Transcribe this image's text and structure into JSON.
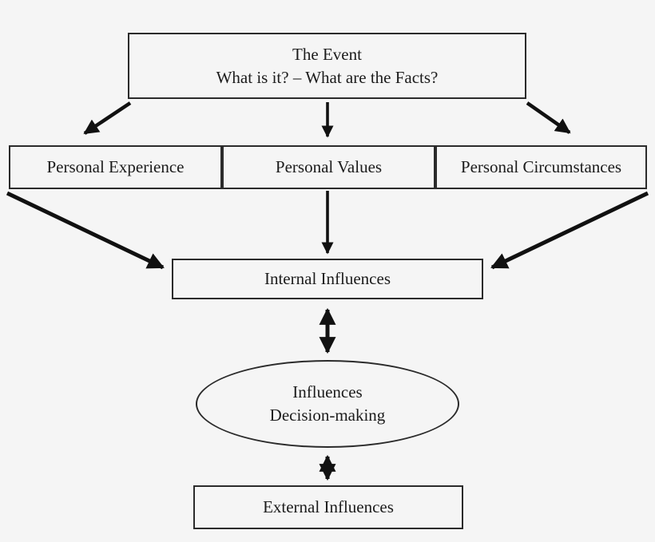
{
  "diagram": {
    "type": "flowchart",
    "nodes": {
      "event": {
        "line1": "The Event",
        "line2": "What is it? – What are the Facts?"
      },
      "personal_experience": {
        "label": "Personal Experience"
      },
      "personal_values": {
        "label": "Personal Values"
      },
      "personal_circumstances": {
        "label": "Personal Circumstances"
      },
      "internal_influences": {
        "label": "Internal Influences"
      },
      "influences_decision_making": {
        "line1": "Influences",
        "line2": "Decision-making"
      },
      "external_influences": {
        "label": "External Influences"
      }
    },
    "edges": [
      {
        "from": "event",
        "to": "personal_experience",
        "style": "single-arrow"
      },
      {
        "from": "event",
        "to": "personal_values",
        "style": "single-arrow"
      },
      {
        "from": "event",
        "to": "personal_circumstances",
        "style": "single-arrow"
      },
      {
        "from": "personal_experience",
        "to": "internal_influences",
        "style": "single-arrow"
      },
      {
        "from": "personal_values",
        "to": "internal_influences",
        "style": "single-arrow"
      },
      {
        "from": "personal_circumstances",
        "to": "internal_influences",
        "style": "single-arrow"
      },
      {
        "from": "internal_influences",
        "to": "influences_decision_making",
        "style": "double-arrow"
      },
      {
        "from": "influences_decision_making",
        "to": "external_influences",
        "style": "double-arrow"
      }
    ],
    "colors": {
      "background": "#f5f5f5",
      "node_border": "#2b2b2b",
      "arrow": "#111111",
      "text": "#1c1c1c"
    }
  }
}
